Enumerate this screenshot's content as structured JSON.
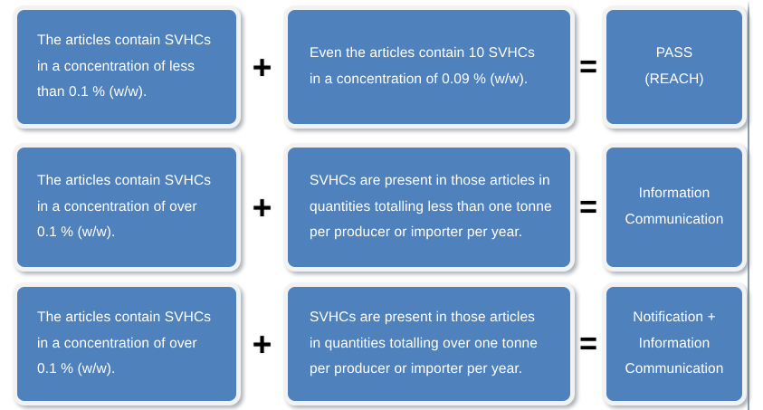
{
  "diagram": {
    "title": "REACH SVHC article obligations decision table",
    "accent_color": "#4f81bd",
    "box_border_color": "#f2f2f2",
    "text_color": "#ffffff",
    "operator_color": "#000000",
    "operators": {
      "plus": "+",
      "equals": "="
    },
    "rows": [
      {
        "condition": {
          "lines": [
            "The articles contain SVHCs",
            "in a concentration of less",
            "than 0.1 % (w/w)."
          ]
        },
        "quantity": {
          "lines": [
            "Even the articles contain 10 SVHCs",
            "in a concentration of 0.09 % (w/w)."
          ]
        },
        "result": {
          "lines": [
            "PASS",
            "(REACH)"
          ]
        }
      },
      {
        "condition": {
          "lines": [
            "The articles contain SVHCs",
            "in a concentration of over",
            "0.1 % (w/w)."
          ]
        },
        "quantity": {
          "lines": [
            "SVHCs are present in those articles in",
            "quantities totalling less than one tonne",
            "per producer or importer per year."
          ]
        },
        "result": {
          "lines": [
            "Information",
            "Communication"
          ]
        }
      },
      {
        "condition": {
          "lines": [
            "The articles contain SVHCs",
            "in a concentration of over",
            "0.1 % (w/w)."
          ]
        },
        "quantity": {
          "lines": [
            "SVHCs are present in those articles",
            "in quantities totalling over one tonne",
            "per producer or importer per year."
          ]
        },
        "result": {
          "lines": [
            "Notification +",
            "Information",
            "Communication"
          ]
        }
      }
    ]
  }
}
